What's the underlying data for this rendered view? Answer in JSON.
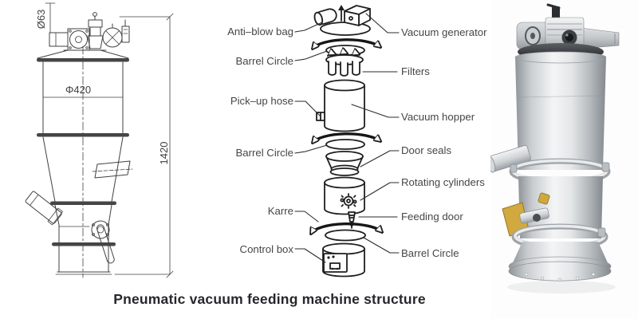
{
  "caption": "Pneumatic vacuum feeding machine structure",
  "technical_drawing": {
    "dim_inlet_diameter": "Ø63",
    "dim_body_diameter": "Φ420",
    "dim_total_height": "1420"
  },
  "exploded_view": {
    "labels": [
      {
        "text": "Anti–blow bag"
      },
      {
        "text": "Vacuum generator"
      },
      {
        "text": "Barrel Circle"
      },
      {
        "text": "Filters"
      },
      {
        "text": "Pick–up hose"
      },
      {
        "text": "Vacuum hopper"
      },
      {
        "text": "Barrel Circle"
      },
      {
        "text": "Door seals"
      },
      {
        "text": "Rotating cylinders"
      },
      {
        "text": "Karre"
      },
      {
        "text": "Feeding door"
      },
      {
        "text": "Control box"
      },
      {
        "text": "Barrel Circle"
      }
    ]
  },
  "colors": {
    "drawing_line": "#414141",
    "diagram_line": "#1f1f1f",
    "label_text": "#464646",
    "caption_text": "#26262c",
    "steel_light": "#f2f4f5",
    "steel_dark": "#8f949a",
    "brass_accent": "#d2a93f",
    "background": "#ffffff"
  }
}
